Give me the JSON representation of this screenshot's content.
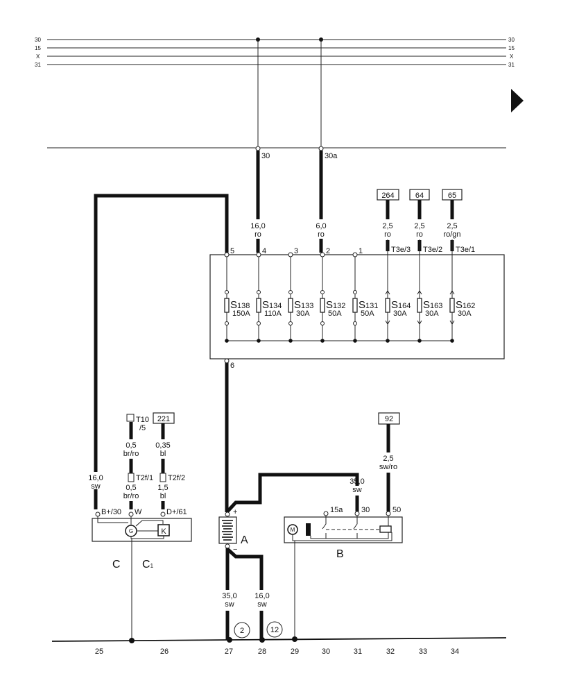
{
  "bus_lines": {
    "left": [
      "30",
      "15",
      "X",
      "31"
    ],
    "right": [
      "30",
      "15",
      "X",
      "31"
    ]
  },
  "terminal_bus": {
    "t30": "30",
    "t30a": "30a"
  },
  "fuse_box": {
    "pins": [
      "5",
      "4",
      "3",
      "2",
      "1",
      "T3e/3",
      "T3e/2",
      "T3e/1"
    ],
    "bottom_pin": "6",
    "fuses": [
      {
        "id": "S",
        "num": "138",
        "rating": "150A"
      },
      {
        "id": "S",
        "num": "134",
        "rating": "110A"
      },
      {
        "id": "S",
        "num": "133",
        "rating": "30A"
      },
      {
        "id": "S",
        "num": "132",
        "rating": "50A"
      },
      {
        "id": "S",
        "num": "131",
        "rating": "50A"
      },
      {
        "id": "S",
        "num": "164",
        "rating": "30A"
      },
      {
        "id": "S",
        "num": "163",
        "rating": "30A"
      },
      {
        "id": "S",
        "num": "162",
        "rating": "30A"
      }
    ]
  },
  "wires": {
    "w30": {
      "size": "16,0",
      "color": "ro"
    },
    "w30a": {
      "size": "6,0",
      "color": "ro"
    },
    "w264": {
      "size": "2,5",
      "color": "ro"
    },
    "w64": {
      "size": "2,5",
      "color": "ro"
    },
    "w65": {
      "size": "2,5",
      "color": "ro/gn"
    },
    "gen_b": {
      "size": "16,0",
      "color": "sw"
    },
    "t10_upper": {
      "size": "0,5",
      "color": "br/ro"
    },
    "t10_lower": {
      "size": "0,5",
      "color": "br/ro"
    },
    "w221_upper": {
      "size": "0,35",
      "color": "bl"
    },
    "w221_lower": {
      "size": "1,5",
      "color": "bl"
    },
    "starter_30": {
      "size": "35,0",
      "color": "sw"
    },
    "starter_50": {
      "size": "2,5",
      "color": "sw/ro"
    },
    "bat_ground": {
      "size": "35,0",
      "color": "sw"
    },
    "ground_2": {
      "size": "16,0",
      "color": "sw"
    }
  },
  "refs": {
    "r264": "264",
    "r64": "64",
    "r65": "65",
    "r221": "221",
    "r92": "92"
  },
  "connectors": {
    "t10": "T10",
    "t10_sub": "/5",
    "t2f1": "T2f/1",
    "t2f2": "T2f/2"
  },
  "generator": {
    "pin_b": "B+/30",
    "pin_w": "W",
    "pin_d": "D+/61",
    "g": "G",
    "k": "K",
    "label_c": "C",
    "label_c1": "C",
    "label_c1_sub": "1"
  },
  "battery": {
    "label": "A",
    "plus": "+",
    "minus": "−"
  },
  "starter": {
    "pin_15a": "15a",
    "pin_30": "30",
    "pin_50": "50",
    "motor": "M",
    "label": "B"
  },
  "ground_points": {
    "g2": "2",
    "g12": "12"
  },
  "columns": [
    "25",
    "26",
    "27",
    "28",
    "29",
    "30",
    "31",
    "32",
    "33",
    "34"
  ]
}
